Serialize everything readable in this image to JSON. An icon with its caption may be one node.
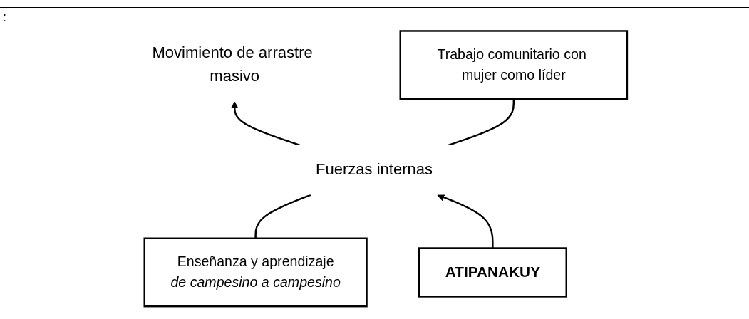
{
  "diagram": {
    "nodes": [
      {
        "text": [
          "Movimiento de arrastre masivo"
        ]
      },
      {
        "text": [
          "Enseñanza y aprendizaje",
          "*de campesino a campesino*"
        ]
      },
      {
        "text": [
          "Fuerzas internas"
        ]
      },
      {
        "text": [
          "Trabajo comunitario con mujer como líder"
        ]
      },
      {
        "text": [
          "ATIPANAKUY"
        ]
      }
    ],
    "edges": [
      {
        "from": 2,
        "to": 0,
        "arrow": "to"
      },
      {
        "from": 1,
        "to": 2,
        "arrow": "none"
      },
      {
        "from": 2,
        "to": 3,
        "arrow": "none"
      },
      {
        "from": 4,
        "to": 2,
        "arrow": "to"
      }
    ],
    "labels": [
      ":"
    ]
  }
}
